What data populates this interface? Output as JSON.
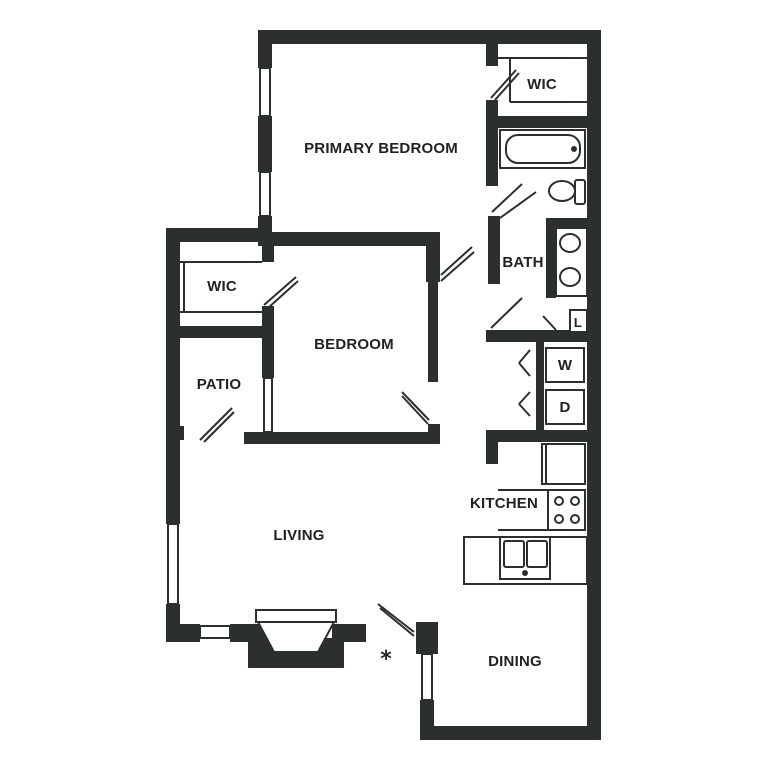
{
  "colors": {
    "wall": "#2b2f2f",
    "fixture_stroke": "#2b2f2f",
    "background": "#ffffff"
  },
  "rooms": {
    "primary_bedroom": "PRIMARY BEDROOM",
    "wic_primary": "WIC",
    "bath": "BATH",
    "wic_second": "WIC",
    "bedroom": "BEDROOM",
    "patio": "PATIO",
    "kitchen": "KITCHEN",
    "living": "LIVING",
    "dining": "DINING"
  },
  "appliances": {
    "washer": "W",
    "dryer": "D",
    "linen": "L"
  },
  "markers": {
    "asterisk": "*"
  },
  "icons": [
    "bathtub-icon",
    "toilet-icon",
    "sink-icon",
    "washer-icon",
    "dryer-icon",
    "range-icon",
    "refrigerator-icon",
    "kitchen-sink-icon",
    "fireplace-icon",
    "door-swing-icon"
  ]
}
